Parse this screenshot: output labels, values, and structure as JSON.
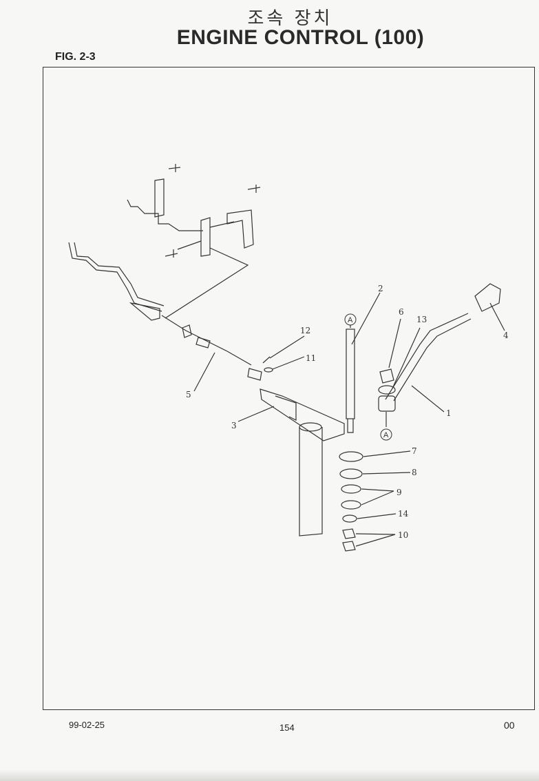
{
  "header": {
    "title_ko": "조속 장치",
    "title_en": "ENGINE CONTROL (100)",
    "fig_label": "FIG. 2-3"
  },
  "diagram": {
    "callouts": [
      "1",
      "2",
      "3",
      "4",
      "5",
      "6",
      "7",
      "8",
      "9",
      "10",
      "11",
      "12",
      "13",
      "14"
    ],
    "ref_marker": "A"
  },
  "footer": {
    "date": "99-02-25",
    "page": "154",
    "revision": "00"
  }
}
